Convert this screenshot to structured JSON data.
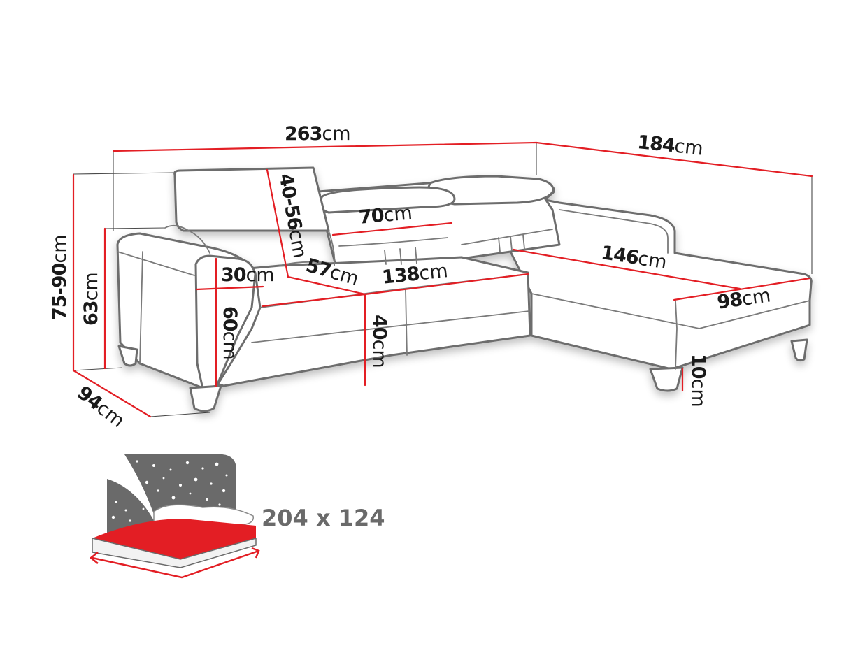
{
  "diagram": {
    "subject": "Corner sofa dimensions",
    "colors": {
      "dimension_line": "#e31e24",
      "outline": "#6d6d6d",
      "guide_line": "#4a4a4a",
      "text": "#1a1a1a",
      "bed_panel": "#6a6a6a",
      "bed_sheet": "#e31e24"
    },
    "dimensions": {
      "total_width": {
        "value": "263",
        "unit": "cm"
      },
      "chaise_depth": {
        "value": "184",
        "unit": "cm"
      },
      "total_height": {
        "value": "75-90",
        "unit": "cm"
      },
      "back_height": {
        "value": "63",
        "unit": "cm"
      },
      "headrest_height": {
        "value": "40-56",
        "unit": "cm"
      },
      "backrest_width": {
        "value": "70",
        "unit": "cm"
      },
      "armrest_width": {
        "value": "30",
        "unit": "cm"
      },
      "seat_depth": {
        "value": "57",
        "unit": "cm"
      },
      "seat_width": {
        "value": "138",
        "unit": "cm"
      },
      "chaise_length": {
        "value": "146",
        "unit": "cm"
      },
      "chaise_width": {
        "value": "98",
        "unit": "cm"
      },
      "armrest_height": {
        "value": "60",
        "unit": "cm"
      },
      "seat_height": {
        "value": "40",
        "unit": "cm"
      },
      "leg_height": {
        "value": "10",
        "unit": "cm"
      },
      "depth": {
        "value": "94",
        "unit": "cm"
      }
    },
    "sleeping_area": {
      "icon": "bed-with-night-sky-icon",
      "label": "204 x 124"
    }
  }
}
